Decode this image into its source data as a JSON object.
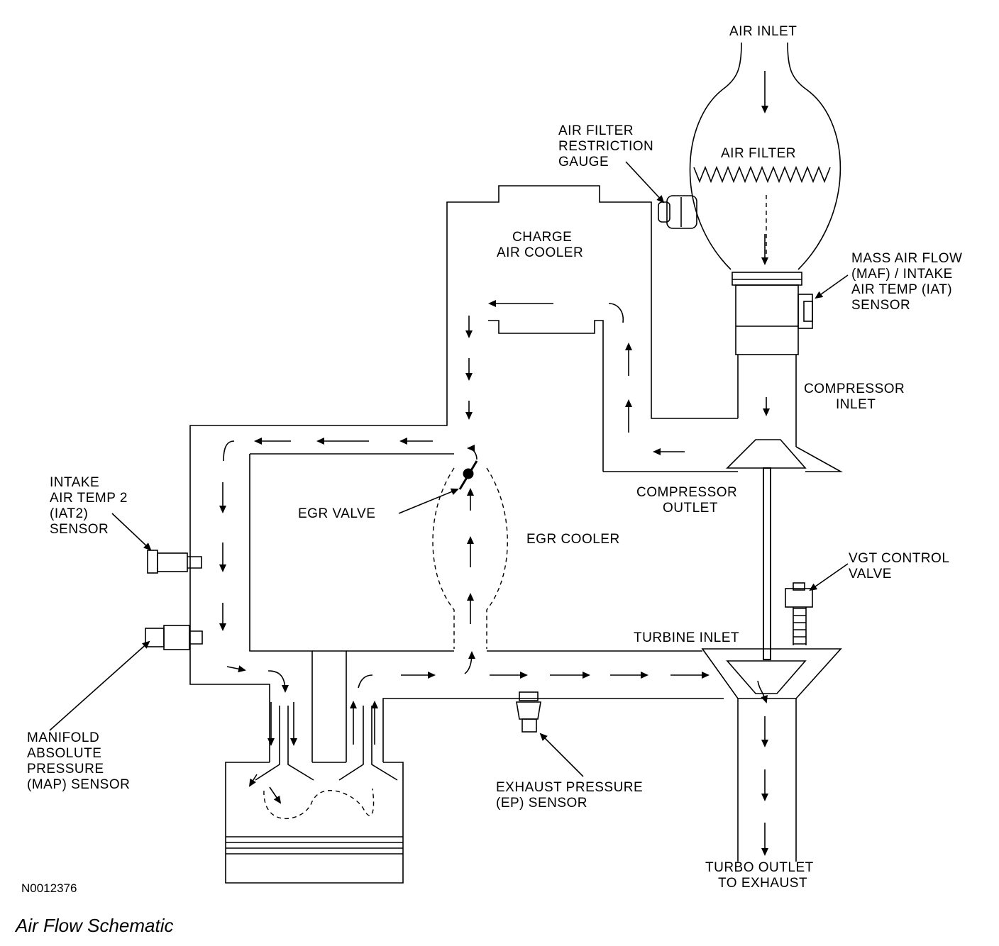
{
  "labels": {
    "air_inlet": "AIR INLET",
    "air_filter": "AIR FILTER",
    "restriction_gauge": [
      "AIR FILTER",
      "RESTRICTION",
      "GAUGE"
    ],
    "maf_iat_sensor": [
      "MASS AIR FLOW",
      "(MAF) / INTAKE",
      "AIR TEMP (IAT)",
      "SENSOR"
    ],
    "charge_air_cooler": [
      "CHARGE",
      "AIR COOLER"
    ],
    "compressor_inlet": [
      "COMPRESSOR",
      "INLET"
    ],
    "compressor_outlet": [
      "COMPRESSOR",
      "OUTLET"
    ],
    "egr_valve": "EGR VALVE",
    "egr_cooler": "EGR COOLER",
    "iat2_sensor": [
      "INTAKE",
      "AIR TEMP 2",
      "(IAT2)",
      "SENSOR"
    ],
    "vgt_control_valve": [
      "VGT CONTROL",
      "VALVE"
    ],
    "turbine_inlet": "TURBINE INLET",
    "map_sensor": [
      "MANIFOLD",
      "ABSOLUTE",
      "PRESSURE",
      "(MAP) SENSOR"
    ],
    "ep_sensor": [
      "EXHAUST PRESSURE",
      "(EP) SENSOR"
    ],
    "turbo_outlet": [
      "TURBO OUTLET",
      "TO EXHAUST"
    ]
  },
  "figure_id": "N0012376",
  "caption": "Air Flow Schematic"
}
